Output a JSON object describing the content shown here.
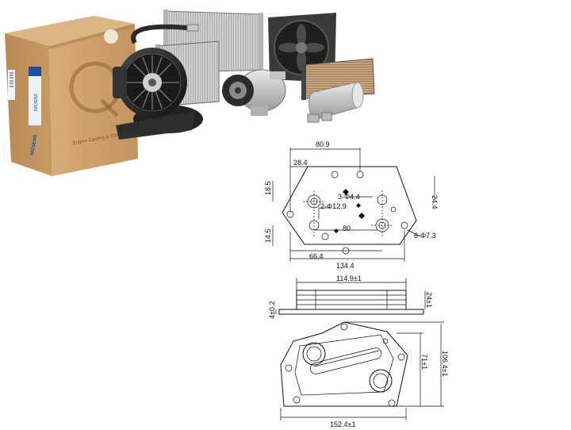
{
  "box": {
    "brand": "NISSENS",
    "side_text": "Engine Cooling & Climate",
    "label": "NISSENS"
  },
  "drawing_top": {
    "dims": {
      "width_top": "80.9",
      "offset_left": "28.4",
      "height_left": "18.5",
      "hole_pcd": "3-Φ4.4",
      "right_height": "24.4",
      "hole_two": "2-Φ12.9",
      "spacing": "80",
      "left_lower": "14.5",
      "mount_holes": "6-Φ7.3",
      "bottom_inner": "66.4",
      "total_width": "134.4"
    }
  },
  "drawing_side": {
    "dims": {
      "length": "114.9±1",
      "height": "24±1",
      "base": "4±0.2"
    }
  },
  "drawing_bottom": {
    "dims": {
      "inner_height": "71±1",
      "outer_height": "106.4±1",
      "total_width": "152.4±1"
    }
  }
}
